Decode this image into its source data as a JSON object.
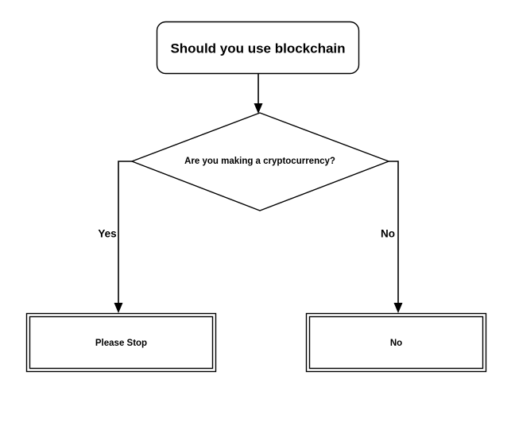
{
  "diagram": {
    "type": "flowchart",
    "title_node": {
      "id": "start",
      "shape": "rounded-rectangle",
      "label": "Should you use blockchain"
    },
    "decision": {
      "id": "decision",
      "shape": "diamond",
      "label": "Are you making a cryptocurrency?"
    },
    "terminals": [
      {
        "id": "terminal-yes",
        "shape": "double-rectangle",
        "label": "Please Stop"
      },
      {
        "id": "terminal-no",
        "shape": "double-rectangle",
        "label": "No"
      }
    ],
    "edge_labels": {
      "yes": "Yes",
      "no": "No"
    },
    "colors": {
      "stroke": "#000000",
      "fill": "#ffffff",
      "text": "#000000",
      "background": "#ffffff"
    }
  }
}
